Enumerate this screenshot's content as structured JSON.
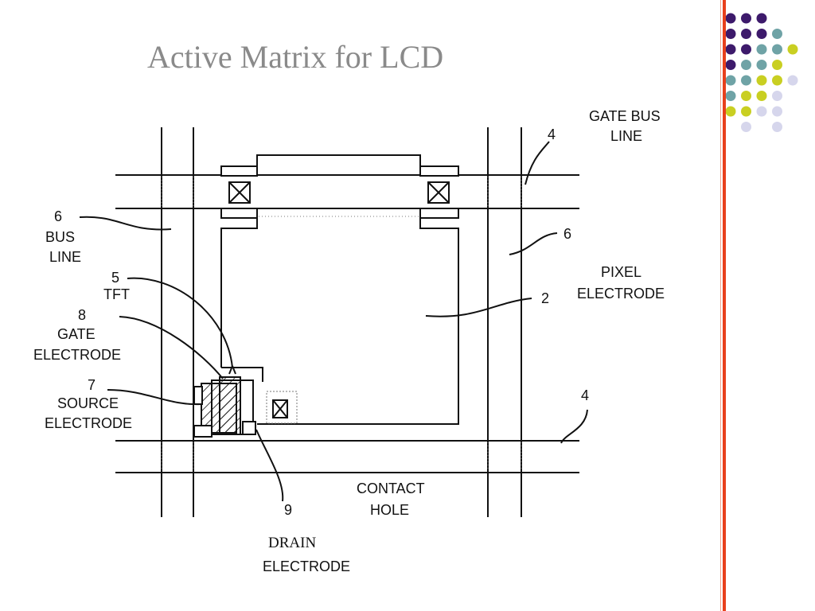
{
  "slide": {
    "title": "Active Matrix for LCD"
  },
  "diagram": {
    "labels": {
      "gate_bus_line": [
        "GATE BUS",
        "LINE"
      ],
      "num4_top": "4",
      "num6_right": "6",
      "pixel_electrode": [
        "PIXEL",
        "ELECTRODE"
      ],
      "num2": "2",
      "num4_bottom": "4",
      "bus_line": [
        "6",
        "BUS",
        "LINE"
      ],
      "tft": [
        "5",
        "TFT"
      ],
      "gate_electrode": [
        "8",
        "GATE",
        "ELECTRODE"
      ],
      "source_electrode": [
        "7",
        "SOURCE",
        "ELECTRODE"
      ],
      "num9": "9",
      "contact_hole": [
        "CONTACT",
        "HOLE"
      ],
      "drain_electrode": [
        "DRAIN",
        "ELECTRODE"
      ]
    }
  },
  "decor": {
    "dot_colors": {
      "purple": "#3d1a6b",
      "teal": "#6fa3a6",
      "yellow": "#c9cf22",
      "lavender": "#d6d6ec"
    },
    "rule_color": "#e8401c"
  }
}
